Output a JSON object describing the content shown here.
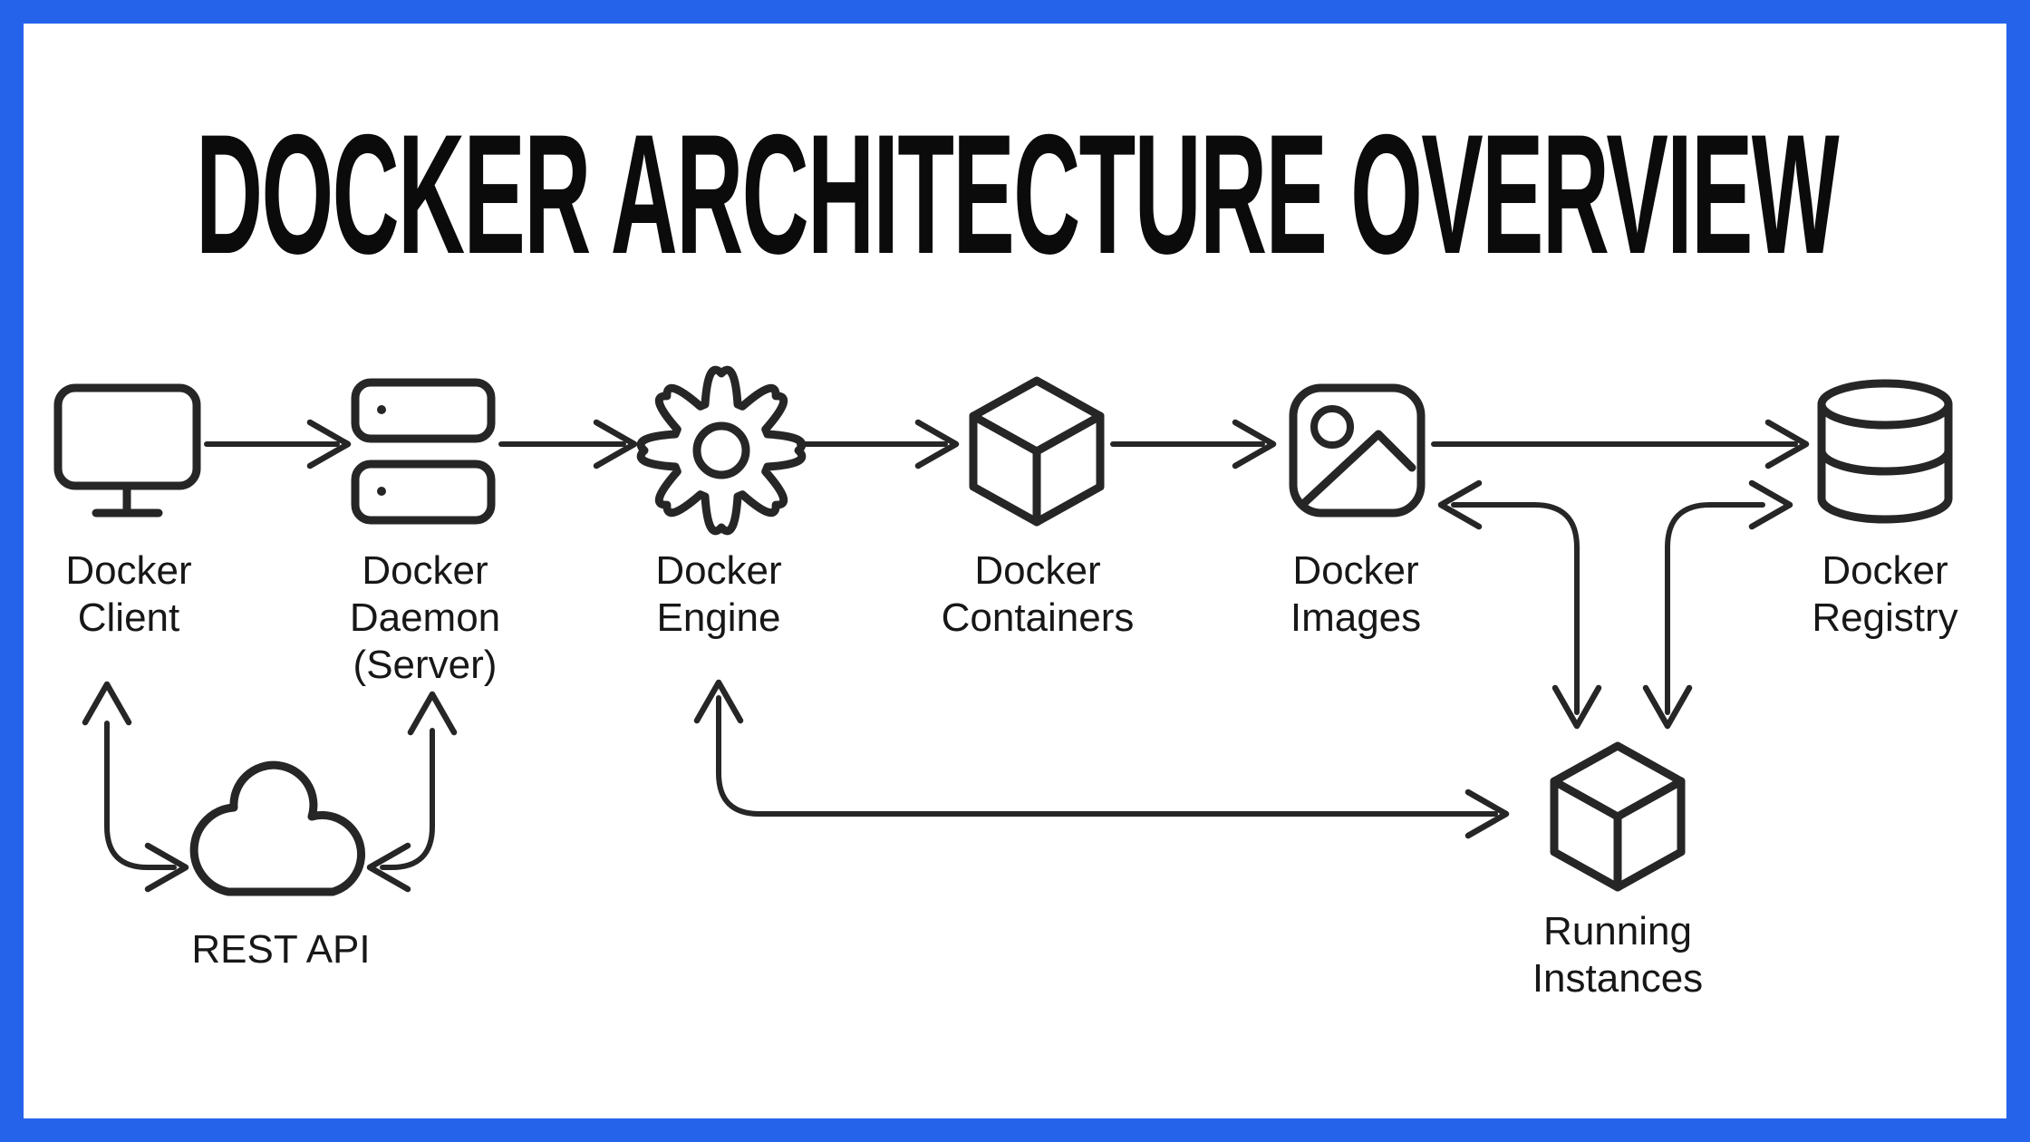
{
  "title": "DOCKER ARCHITECTURE OVERVIEW",
  "colors": {
    "border": "#2563eb",
    "canvas": "#ffffff",
    "line_ink": "#262626",
    "text_ink": "#171717"
  },
  "nodes": [
    {
      "id": "docker-client",
      "icon": "monitor-icon",
      "lines": [
        "Docker",
        "Client"
      ]
    },
    {
      "id": "docker-daemon",
      "icon": "server-stack-icon",
      "lines": [
        "Docker",
        "Daemon",
        "(Server)"
      ]
    },
    {
      "id": "docker-engine",
      "icon": "gear-icon",
      "lines": [
        "Docker",
        "Engine"
      ]
    },
    {
      "id": "docker-containers",
      "icon": "cube-icon",
      "lines": [
        "Docker",
        "Containers"
      ]
    },
    {
      "id": "docker-images",
      "icon": "picture-icon",
      "lines": [
        "Docker",
        "Images"
      ]
    },
    {
      "id": "docker-registry",
      "icon": "database-icon",
      "lines": [
        "Docker",
        "Registry"
      ]
    },
    {
      "id": "rest-api",
      "icon": "cloud-icon",
      "lines": [
        "REST API"
      ]
    },
    {
      "id": "running-instances",
      "icon": "cube-icon",
      "lines": [
        "Running",
        "Instances"
      ]
    }
  ],
  "edges": [
    {
      "from": "docker-client",
      "to": "docker-daemon",
      "bidirectional": false
    },
    {
      "from": "docker-daemon",
      "to": "docker-engine",
      "bidirectional": false
    },
    {
      "from": "docker-engine",
      "to": "docker-containers",
      "bidirectional": false
    },
    {
      "from": "docker-containers",
      "to": "docker-images",
      "bidirectional": false
    },
    {
      "from": "docker-images",
      "to": "docker-registry",
      "bidirectional": false
    },
    {
      "from": "docker-client",
      "to": "rest-api",
      "bidirectional": true
    },
    {
      "from": "rest-api",
      "to": "docker-daemon",
      "bidirectional": true
    },
    {
      "from": "docker-engine",
      "to": "running-instances",
      "bidirectional": true
    },
    {
      "from": "docker-images",
      "to": "running-instances",
      "bidirectional": true
    },
    {
      "from": "running-instances",
      "to": "docker-registry",
      "bidirectional": true
    }
  ]
}
